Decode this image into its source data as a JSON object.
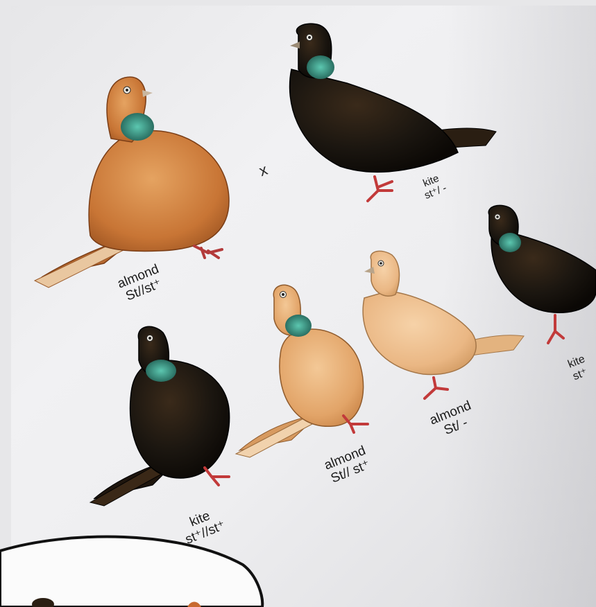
{
  "cross_symbol": "x",
  "birds": [
    {
      "id": "top-left",
      "name": "almond",
      "genotype": "St//st⁺"
    },
    {
      "id": "top-right",
      "name": "kite",
      "genotype": "st⁺/ -"
    },
    {
      "id": "right-edge",
      "name": "kite",
      "genotype": "st⁺"
    },
    {
      "id": "bottom-left",
      "name": "kite",
      "genotype": "st⁺//st⁺"
    },
    {
      "id": "bottom-middle",
      "name": "almond",
      "genotype": "St// st⁺"
    },
    {
      "id": "bottom-right",
      "name": "almond",
      "genotype": "St/ -"
    }
  ],
  "colors": {
    "almond": "#d07d3d",
    "almond_light": "#e8b07c",
    "kite": "#1b1610",
    "iridescent": "#3e9e8a",
    "feet": "#c23a3a"
  }
}
